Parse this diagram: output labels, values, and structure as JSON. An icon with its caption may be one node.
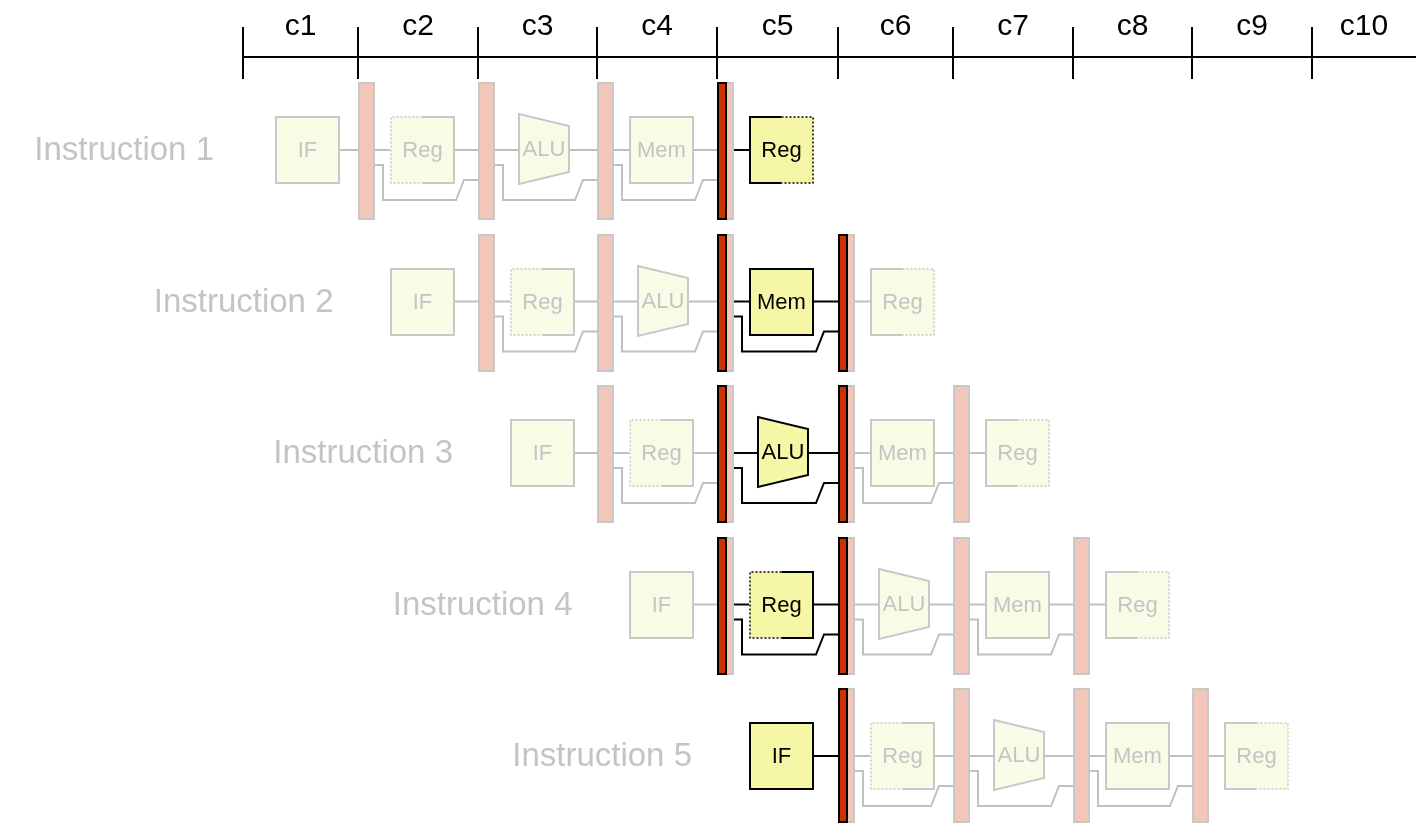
{
  "diagram": {
    "nodes": [
      {
        "text": [
          "IF"
        ]
      },
      {
        "text": [],
        "shape": "bar"
      },
      {
        "text": [
          "Reg"
        ]
      },
      {
        "text": [],
        "shape": "bar"
      },
      {
        "text": [
          "ALU"
        ]
      },
      {
        "text": [],
        "shape": "bar"
      },
      {
        "text": [
          "Mem"
        ]
      },
      {
        "text": [],
        "shape": "bar"
      },
      {
        "text": [
          "Reg"
        ]
      },
      {
        "text": [
          "IF"
        ]
      },
      {
        "text": [],
        "shape": "bar"
      },
      {
        "text": [
          "Reg"
        ]
      },
      {
        "text": [],
        "shape": "bar"
      },
      {
        "text": [
          "ALU"
        ]
      },
      {
        "text": [],
        "shape": "bar"
      },
      {
        "text": [
          "Mem"
        ]
      },
      {
        "text": [],
        "shape": "bar"
      },
      {
        "text": [
          "Reg"
        ]
      },
      {
        "text": [
          "IF"
        ]
      },
      {
        "text": [],
        "shape": "bar"
      },
      {
        "text": [
          "Reg"
        ]
      },
      {
        "text": [],
        "shape": "bar"
      },
      {
        "text": [
          "ALU"
        ]
      },
      {
        "text": [],
        "shape": "bar"
      },
      {
        "text": [
          "Mem"
        ]
      },
      {
        "text": [],
        "shape": "bar"
      },
      {
        "text": [
          "Reg"
        ]
      },
      {
        "text": [
          "IF"
        ]
      },
      {
        "text": [],
        "shape": "bar"
      },
      {
        "text": [
          "Reg"
        ]
      },
      {
        "text": [],
        "shape": "bar"
      },
      {
        "text": [
          "ALU"
        ]
      },
      {
        "text": [],
        "shape": "bar"
      },
      {
        "text": [
          "Mem"
        ]
      },
      {
        "text": [],
        "shape": "bar"
      },
      {
        "text": [
          "Reg"
        ]
      },
      {
        "text": [
          "IF"
        ]
      },
      {
        "text": [],
        "shape": "bar"
      },
      {
        "text": [
          "Reg"
        ]
      },
      {
        "text": [],
        "shape": "bar"
      },
      {
        "text": [
          "ALU"
        ]
      },
      {
        "text": [],
        "shape": "bar"
      },
      {
        "text": [
          "Mem"
        ]
      },
      {
        "text": [],
        "shape": "bar"
      },
      {
        "text": [
          "Reg"
        ]
      }
    ],
    "edges": [
      {
        "from": 0,
        "to": 1,
        "arrow": "none"
      },
      {
        "from": 1,
        "to": 2,
        "arrow": "none"
      },
      {
        "from": 2,
        "to": 3,
        "arrow": "none"
      },
      {
        "from": 3,
        "to": 4,
        "arrow": "none"
      },
      {
        "from": 4,
        "to": 5,
        "arrow": "none"
      },
      {
        "from": 5,
        "to": 6,
        "arrow": "none"
      },
      {
        "from": 6,
        "to": 7,
        "arrow": "none"
      },
      {
        "from": 7,
        "to": 8,
        "arrow": "none",
        "color": "#000000"
      },
      {
        "from": 1,
        "to": 3,
        "arrow": "none"
      },
      {
        "from": 3,
        "to": 5,
        "arrow": "none"
      },
      {
        "from": 5,
        "to": 7,
        "arrow": "none"
      },
      {
        "from": 9,
        "to": 10,
        "arrow": "none"
      },
      {
        "from": 10,
        "to": 11,
        "arrow": "none"
      },
      {
        "from": 11,
        "to": 12,
        "arrow": "none"
      },
      {
        "from": 12,
        "to": 13,
        "arrow": "none"
      },
      {
        "from": 13,
        "to": 14,
        "arrow": "none"
      },
      {
        "from": 14,
        "to": 15,
        "arrow": "none",
        "color": "#000000"
      },
      {
        "from": 15,
        "to": 16,
        "arrow": "none",
        "color": "#000000"
      },
      {
        "from": 16,
        "to": 17,
        "arrow": "none"
      },
      {
        "from": 10,
        "to": 12,
        "arrow": "none"
      },
      {
        "from": 12,
        "to": 14,
        "arrow": "none"
      },
      {
        "from": 14,
        "to": 16,
        "arrow": "none",
        "color": "#000000"
      },
      {
        "from": 18,
        "to": 19,
        "arrow": "none"
      },
      {
        "from": 19,
        "to": 20,
        "arrow": "none"
      },
      {
        "from": 20,
        "to": 21,
        "arrow": "none"
      },
      {
        "from": 21,
        "to": 22,
        "arrow": "none",
        "color": "#000000"
      },
      {
        "from": 22,
        "to": 23,
        "arrow": "none",
        "color": "#000000"
      },
      {
        "from": 23,
        "to": 24,
        "arrow": "none"
      },
      {
        "from": 24,
        "to": 25,
        "arrow": "none"
      },
      {
        "from": 25,
        "to": 26,
        "arrow": "none"
      },
      {
        "from": 19,
        "to": 21,
        "arrow": "none"
      },
      {
        "from": 21,
        "to": 23,
        "arrow": "none",
        "color": "#000000"
      },
      {
        "from": 23,
        "to": 25,
        "arrow": "none"
      },
      {
        "from": 27,
        "to": 28,
        "arrow": "none"
      },
      {
        "from": 28,
        "to": 29,
        "arrow": "none",
        "color": "#000000"
      },
      {
        "from": 29,
        "to": 30,
        "arrow": "none",
        "color": "#000000"
      },
      {
        "from": 30,
        "to": 31,
        "arrow": "none"
      },
      {
        "from": 31,
        "to": 32,
        "arrow": "none"
      },
      {
        "from": 32,
        "to": 33,
        "arrow": "none"
      },
      {
        "from": 33,
        "to": 34,
        "arrow": "none"
      },
      {
        "from": 34,
        "to": 35,
        "arrow": "none"
      },
      {
        "from": 28,
        "to": 30,
        "arrow": "none",
        "color": "#000000"
      },
      {
        "from": 30,
        "to": 32,
        "arrow": "none"
      },
      {
        "from": 32,
        "to": 34,
        "arrow": "none"
      },
      {
        "from": 36,
        "to": 37,
        "arrow": "none",
        "color": "#000000"
      },
      {
        "from": 37,
        "to": 38,
        "arrow": "none"
      },
      {
        "from": 38,
        "to": 39,
        "arrow": "none"
      },
      {
        "from": 39,
        "to": 40,
        "arrow": "none"
      },
      {
        "from": 40,
        "to": 41,
        "arrow": "none"
      },
      {
        "from": 41,
        "to": 42,
        "arrow": "none"
      },
      {
        "from": 42,
        "to": 43,
        "arrow": "none"
      },
      {
        "from": 43,
        "to": 44,
        "arrow": "none"
      },
      {
        "from": 37,
        "to": 39,
        "arrow": "none"
      },
      {
        "from": 39,
        "to": 41,
        "arrow": "none"
      },
      {
        "from": 41,
        "to": 43,
        "arrow": "none"
      }
    ],
    "labels": [
      "c1",
      "c2",
      "c3",
      "c4",
      "c5",
      "c6",
      "c7",
      "c8",
      "c9",
      "c10",
      "Instruction 1",
      "Instruction 2",
      "Instruction 3",
      "Instruction 4",
      "Instruction 5"
    ]
  }
}
